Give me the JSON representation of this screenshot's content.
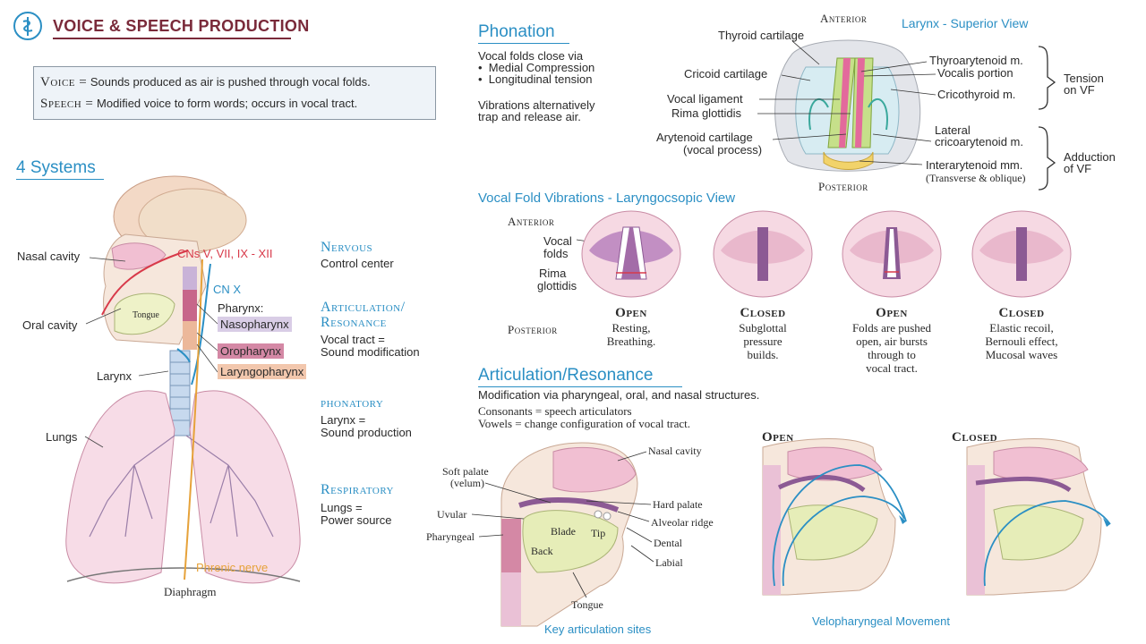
{
  "title": "VOICE & SPEECH PRODUCTION",
  "definitions": {
    "voice_term": "Voice =",
    "voice_text": "Sounds produced as air is pushed through vocal folds.",
    "speech_term": "Speech =",
    "speech_text": "Modified voice to form words; occurs in vocal tract."
  },
  "systems": {
    "heading": "4 Systems",
    "labels": {
      "nasal_cavity": "Nasal cavity",
      "oral_cavity": "Oral cavity",
      "larynx": "Larynx",
      "lungs": "Lungs",
      "tongue": "Tongue",
      "cns": "CNs V, VII, IX - XII",
      "cn_x": "CN X",
      "pharynx": "Pharynx:",
      "nasopharynx": "Nasopharynx",
      "oropharynx": "Oropharynx",
      "laryngopharynx": "Laryngopharynx",
      "phrenic_nerve": "Phrenic nerve",
      "diaphragm": "Diaphragm"
    },
    "items": [
      {
        "name": "Nervous",
        "desc1": "Control center",
        "desc2": ""
      },
      {
        "name": "Articulation/ Resonance",
        "desc1": "Vocal tract =",
        "desc2": "Sound modification"
      },
      {
        "name": "phonatory",
        "desc1": "Larynx =",
        "desc2": "Sound production"
      },
      {
        "name": "Respiratory",
        "desc1": "Lungs =",
        "desc2": "Power source"
      }
    ]
  },
  "phonation": {
    "heading": "Phonation",
    "line1": "Vocal folds close via",
    "bullet1": "Medial Compression",
    "bullet2": "Longitudinal tension",
    "line2": "Vibrations alternatively",
    "line3": "trap and release air."
  },
  "superior_view": {
    "title": "Larynx - Superior View",
    "anterior": "Anterior",
    "posterior": "Posterior",
    "thyroid": "Thyroid cartilage",
    "cricoid": "Cricoid cartilage",
    "vocal_ligament": "Vocal ligament",
    "rima": "Rima glottidis",
    "arytenoid1": "Arytenoid cartilage",
    "arytenoid2": "(vocal process)",
    "thyroarytenoid": "Thyroarytenoid m.",
    "vocalis": "Vocalis portion",
    "cricothyroid": "Cricothyroid m.",
    "lateral1": "Lateral",
    "lateral2": "cricoarytenoid m.",
    "interarytenoid": "Interarytenoid mm.",
    "interarytenoid2": "(Transverse & oblique)",
    "tension1": "Tension",
    "tension2": "on VF",
    "adduction1": "Adduction",
    "adduction2": "of VF"
  },
  "vibrations": {
    "title": "Vocal Fold Vibrations - Laryngocsopic View",
    "anterior": "Anterior",
    "posterior": "Posterior",
    "vocal_folds1": "Vocal",
    "vocal_folds2": "folds",
    "rima1": "Rima",
    "rima2": "glottidis",
    "states": [
      {
        "label": "Open",
        "l1": "Resting,",
        "l2": "Breathing.",
        "l3": "",
        "l4": ""
      },
      {
        "label": "Closed",
        "l1": "Subglottal",
        "l2": "pressure",
        "l3": "builds.",
        "l4": ""
      },
      {
        "label": "Open",
        "l1": "Folds are pushed",
        "l2": "open, air bursts",
        "l3": "through to",
        "l4": "vocal tract."
      },
      {
        "label": "Closed",
        "l1": "Elastic recoil,",
        "l2": "Bernouli effect,",
        "l3": "Mucosal waves",
        "l4": ""
      }
    ]
  },
  "articulation": {
    "heading": "Articulation/Resonance",
    "line1": "Modification via pharyngeal, oral, and nasal structures.",
    "line2": "Consonants = speech articulators",
    "line3": "Vowels = change configuration of vocal tract.",
    "labels": {
      "nasal_cavity": "Nasal cavity",
      "soft_palate1": "Soft palate",
      "soft_palate2": "(velum)",
      "hard_palate": "Hard palate",
      "uvular": "Uvular",
      "alveolar": "Alveolar ridge",
      "pharyngeal": "Pharyngeal",
      "blade": "Blade",
      "tip": "Tip",
      "back": "Back",
      "dental": "Dental",
      "labial": "Labial",
      "tongue": "Tongue"
    },
    "caption": "Key articulation sites"
  },
  "velo": {
    "open": "Open",
    "closed": "Closed",
    "caption": "Velopharyngeal Movement"
  }
}
